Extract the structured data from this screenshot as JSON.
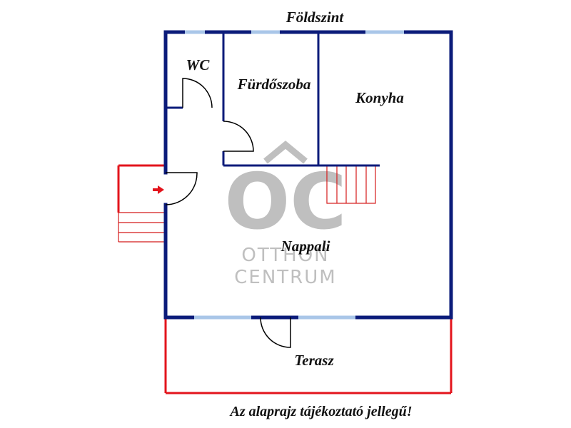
{
  "labels": {
    "floor": "Földszint",
    "wc": "WC",
    "bathroom": "Fürdőszoba",
    "kitchen": "Konyha",
    "living_room": "Nappali",
    "terrace": "Terasz"
  },
  "disclaimer": "Az alaprajz tájékoztató jellegű!",
  "watermark": {
    "monogram": "OC",
    "line1": "OTTHON",
    "line2": "CENTRUM"
  },
  "colors": {
    "wall": "#0b1b7a",
    "window": "#a9c6e8",
    "outline_red": "#e3141c",
    "stairs": "#d41a1a",
    "door": "#000000",
    "entrance_arrow": "#e3141c",
    "watermark": "#b9b9b9"
  }
}
